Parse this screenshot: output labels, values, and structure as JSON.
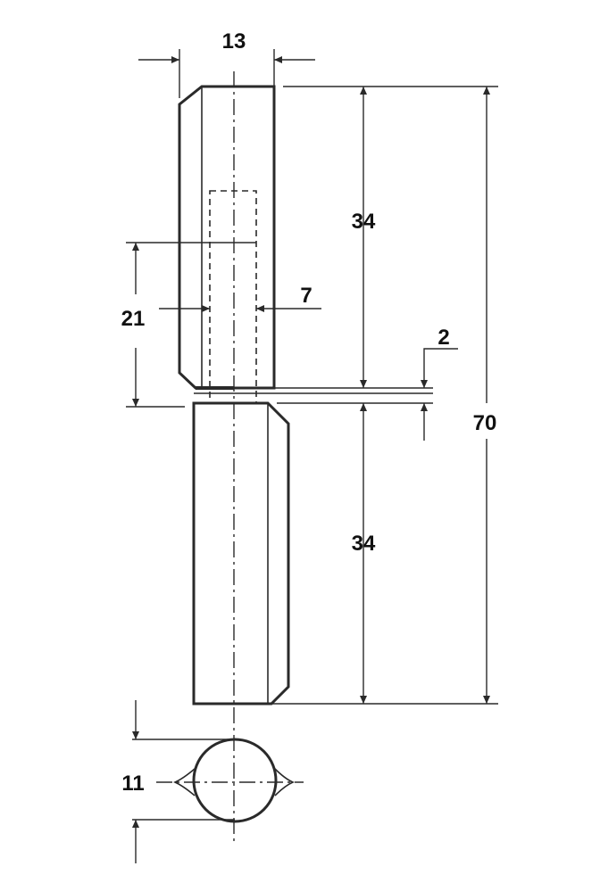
{
  "diagram": {
    "dimensions": {
      "pin_width": "13",
      "upper_knuckle_height": "34",
      "hidden_bore_diameter": "7",
      "pin_engagement_length": "21",
      "gap": "2",
      "total_height": "70",
      "lower_knuckle_height": "34",
      "section_diameter": "11"
    }
  }
}
